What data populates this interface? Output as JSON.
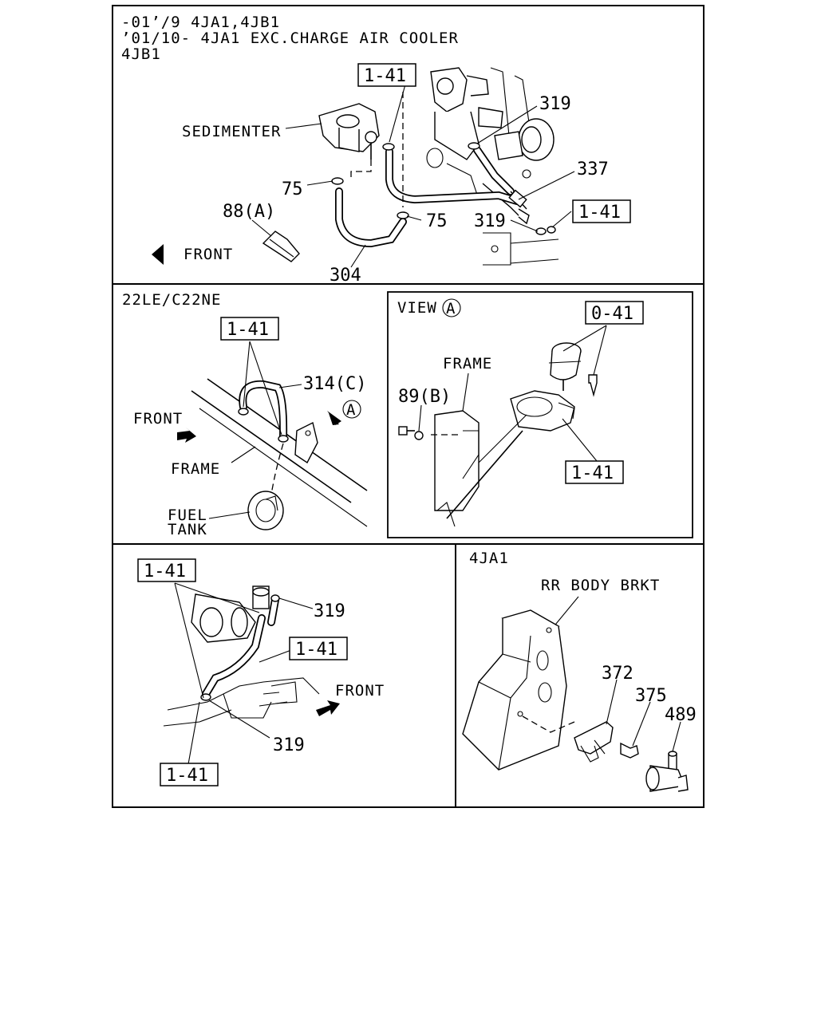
{
  "panel1": {
    "header_line1": "-01’/9 4JA1,4JB1",
    "header_line2": "’01/10- 4JA1 EXC.CHARGE AIR COOLER",
    "header_line3": "4JB1",
    "sedimenter": "SEDIMENTER",
    "front": "FRONT",
    "ref_141_a": "1-41",
    "ref_141_b": "1-41",
    "part_319_a": "319",
    "part_319_b": "319",
    "part_337": "337",
    "part_75_a": "75",
    "part_75_b": "75",
    "part_88a": "88(A)",
    "part_304": "304"
  },
  "panel2": {
    "header": "22LE/C22NE",
    "ref_141": "1-41",
    "part_314c": "314(C)",
    "front": "FRONT",
    "view_marker": "A",
    "frame": "FRAME",
    "fuel_tank_1": "FUEL",
    "fuel_tank_2": "TANK"
  },
  "panel3": {
    "view_label": "VIEW",
    "view_marker": "A",
    "ref_041": "0-41",
    "frame": "FRAME",
    "part_89b": "89(B)",
    "ref_141": "1-41"
  },
  "panel4": {
    "ref_141_top": "1-41",
    "part_319_a": "319",
    "ref_141_mid": "1-41",
    "front": "FRONT",
    "part_319_b": "319",
    "ref_141_bot": "1-41"
  },
  "panel5": {
    "header": "4JA1",
    "rr_body_brkt": "RR BODY BRKT",
    "part_372": "372",
    "part_375": "375",
    "part_489": "489"
  }
}
